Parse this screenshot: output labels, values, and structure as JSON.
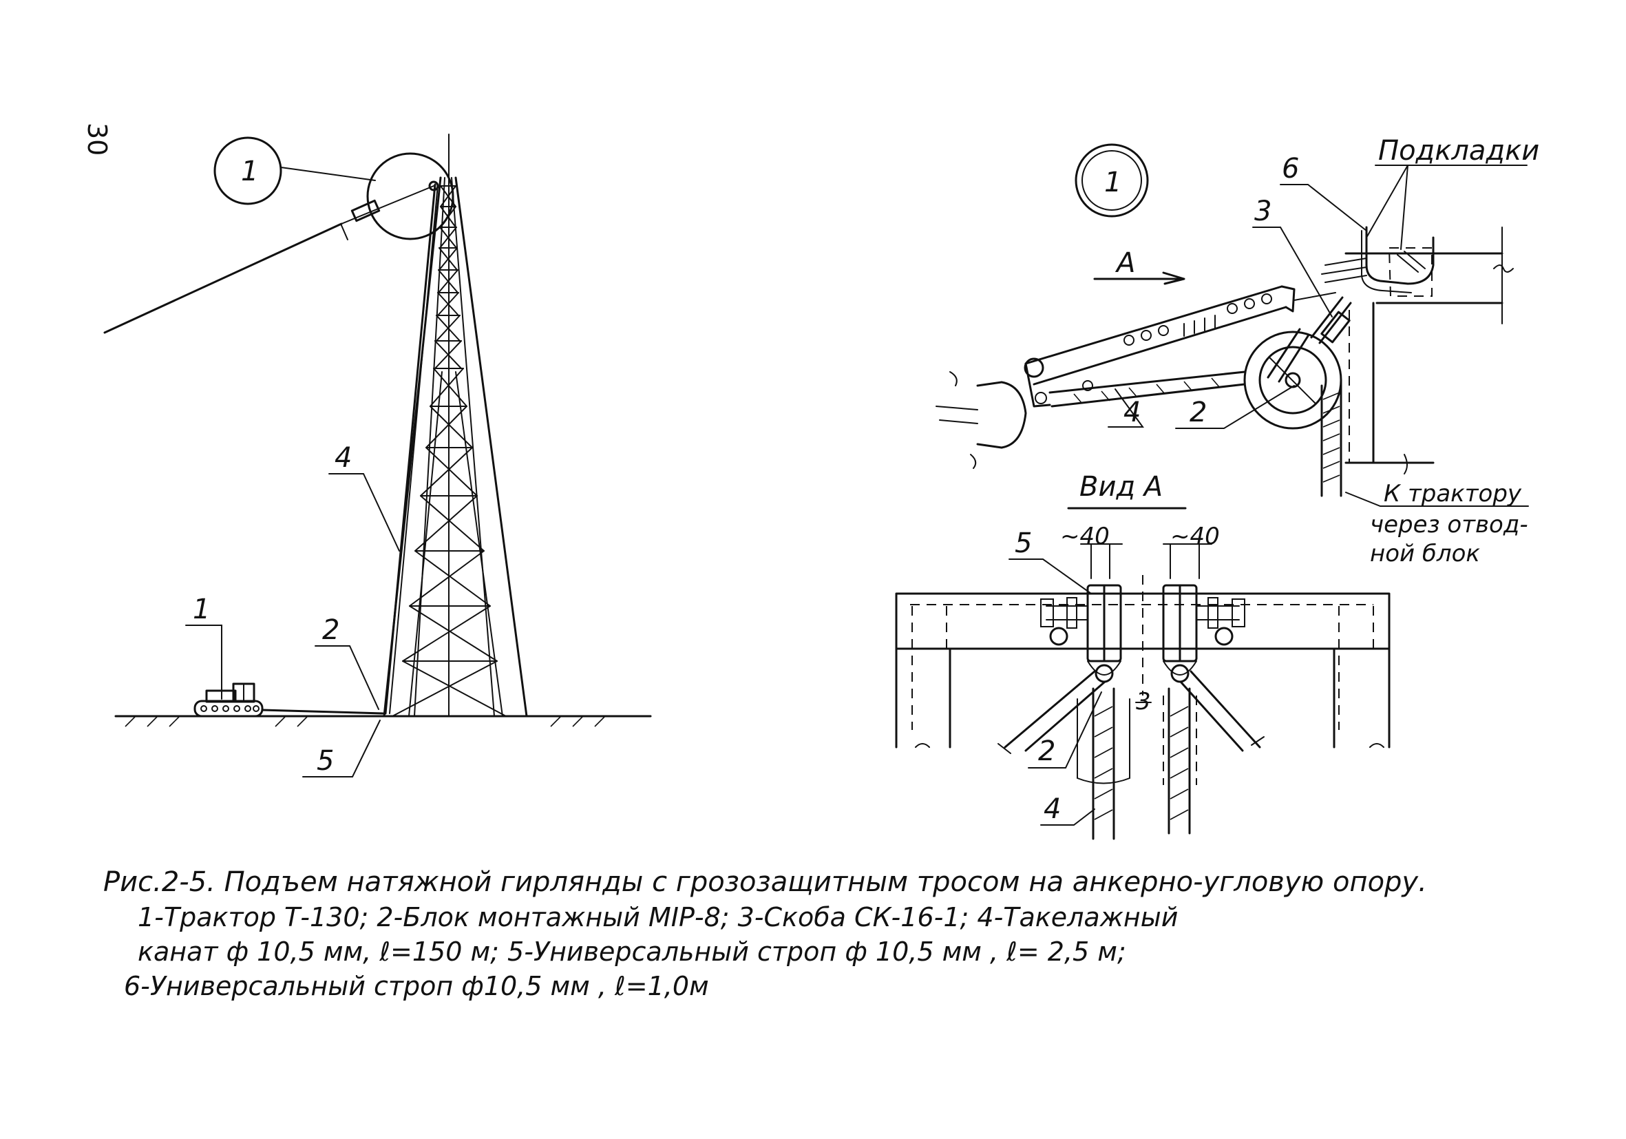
{
  "page_number": "30",
  "callouts": {
    "detail_ref_left": "1",
    "detail_ref_right": "1",
    "view_arrow": "A",
    "view_title": "Вид А",
    "pads_label": "Подкладки",
    "to_tractor_1": "К трактору",
    "to_tractor_2": "через отвод-",
    "to_tractor_3": "ной блок",
    "dim_left": "~40",
    "dim_right": "~40"
  },
  "part_numbers": {
    "main_1": "1",
    "main_2": "2",
    "main_4": "4",
    "main_5": "5",
    "detail_2": "2",
    "detail_3": "3",
    "detail_4": "4",
    "detail_6": "6",
    "view_2": "2",
    "view_3": "3",
    "view_4": "4",
    "view_5": "5"
  },
  "caption": {
    "title": "Рис.2-5. Подъем натяжной гирлянды с грозозащитным тросом на анкерно-угловую опору.",
    "legend_line_1": "1-Трактор Т-130;  2-Блок монтажный МІР-8;  3-Скоба СК-16-1;   4-Такелажный",
    "legend_line_2": "канат ф 10,5 мм, ℓ=150 м;   5-Универсальный строп ф 10,5 мм , ℓ= 2,5 м;",
    "legend_line_3": "6-Универсальный строп ф10,5 мм , ℓ=1,0м"
  }
}
